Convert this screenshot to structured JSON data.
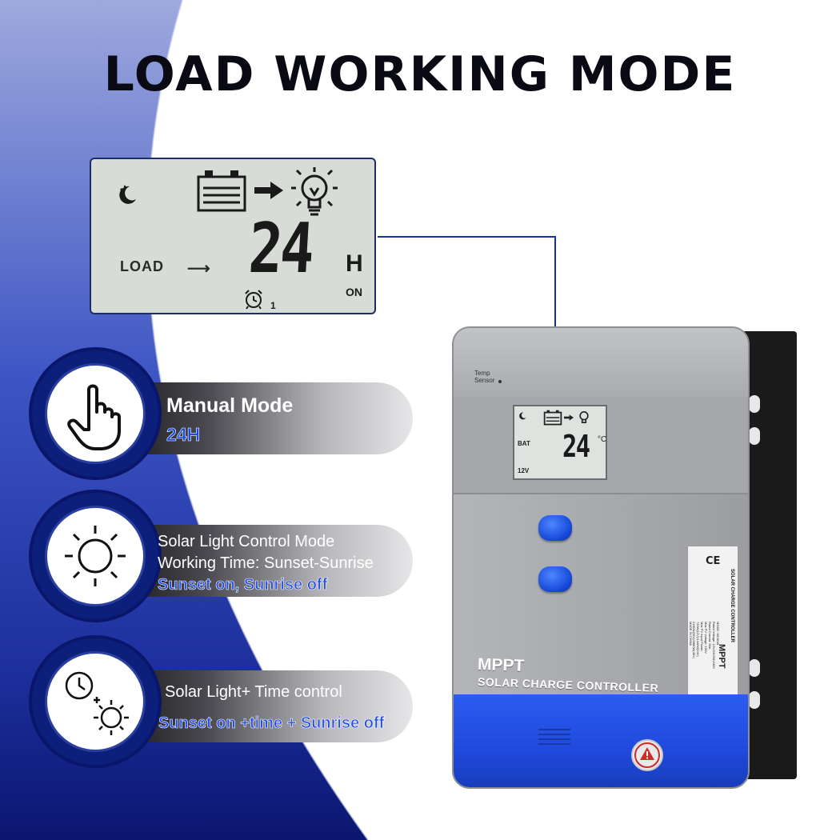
{
  "title": "LOAD WORKING MODE",
  "lcd": {
    "load_label": "LOAD",
    "hours_value": "24",
    "hours_unit": "H",
    "status": "ON",
    "timer_index": "1"
  },
  "modes": [
    {
      "icon": "hand-pointer-icon",
      "lines": [
        "Manual Mode",
        "24H"
      ]
    },
    {
      "icon": "sun-icon",
      "lines": [
        "Solar Light Control Mode",
        "Working Time: Sunset-Sunrise",
        "Sunset on, Sunrise off"
      ]
    },
    {
      "icon": "clock-sun-icon",
      "lines": [
        "Solar Light+ Time control",
        "Sunset on +time + Sunrise off"
      ]
    }
  ],
  "device": {
    "temp_sensor_label": [
      "Temp",
      "Sensor"
    ],
    "small_lcd": {
      "bat_label": "BAT",
      "value": "24",
      "unit": "°C",
      "voltage": "12V"
    },
    "brand": "MPPT",
    "subtitle": "SOLAR CHARGE CONTROLLER",
    "spec_label": {
      "heading": "SOLAR CHARGE CONTROLLER",
      "lines": [
        "MPPT",
        "MODE: MC6048",
        "Rated Voltage: 12V/24V/36V/48V",
        "Rated Current: 60A",
        "Max PV Voltage: 160V",
        "Max PV Input Power:",
        "720W(12V)/1440W(24V)",
        "2160W(36V)/2880W(48V)",
        "MADE IN CHINA"
      ]
    }
  },
  "colors": {
    "accent_blue": "#1f49dc",
    "navy": "#0c1f7a",
    "lcd_background": "#d8dcd7"
  }
}
